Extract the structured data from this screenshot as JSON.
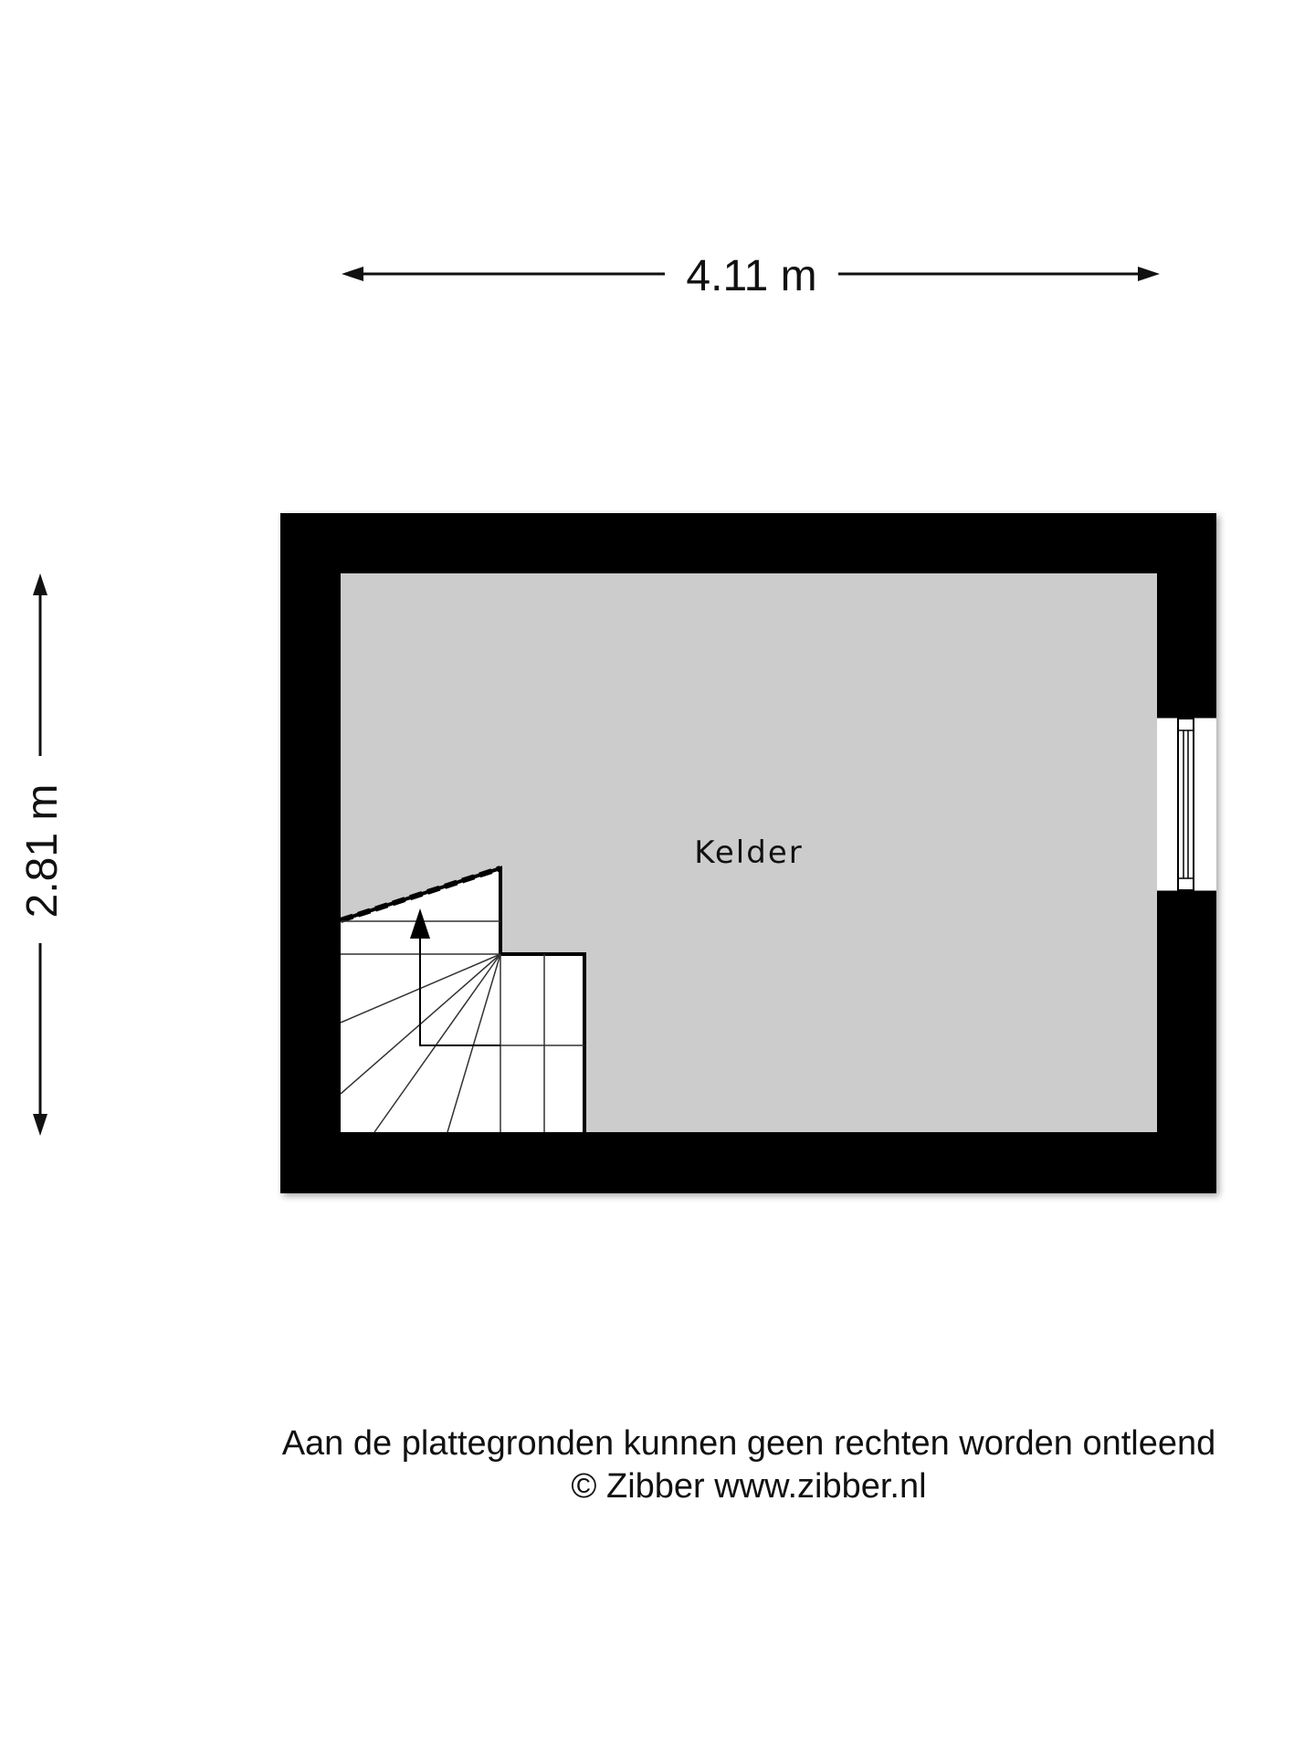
{
  "dimensions": {
    "width_label": "4.11 m",
    "height_label": "2.81 m"
  },
  "room": {
    "name": "Kelder"
  },
  "footer": {
    "disclaimer": "Aan de plattegronden kunnen geen rechten worden ontleend",
    "copyright": "© Zibber www.zibber.nl"
  },
  "colors": {
    "wall": "#000000",
    "floor": "#cccccc",
    "stairs": "#ffffff",
    "line": "#111111"
  },
  "icons": {
    "dimension_arrow": "dimension-arrow-icon",
    "stair_direction": "stair-direction-arrow-icon",
    "window": "window-icon"
  }
}
